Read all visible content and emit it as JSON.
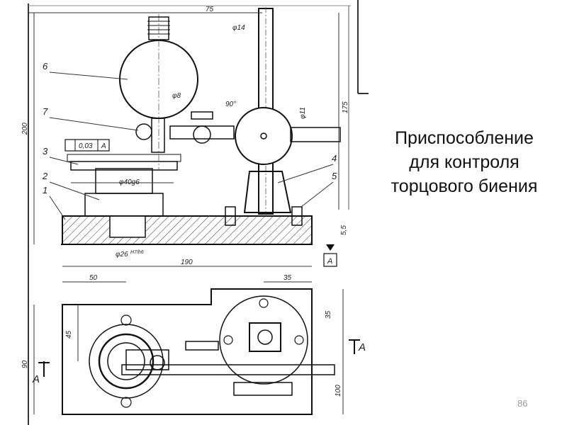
{
  "slide": {
    "title_lines": [
      "Приспособление",
      "для контроля",
      "торцового биения"
    ],
    "page_number": "86"
  },
  "drawing": {
    "dimensions": {
      "d75": "75",
      "d14": "φ14",
      "d8": "φ8",
      "angle": "90°",
      "d11": "φ11",
      "d175": "175",
      "d200": "200",
      "d40": "φ40g6",
      "d26": "φ26",
      "d26_fit": "H7/h6",
      "d55": "5,5",
      "d190": "190",
      "d50": "50",
      "d35a": "35",
      "d35b": "35",
      "d45": "45",
      "d90": "90",
      "d100": "100"
    },
    "tolerance": {
      "value": "0,03",
      "datum": "A"
    },
    "datum_label": "A",
    "section_label": "A",
    "part_numbers": [
      "1",
      "2",
      "3",
      "4",
      "5",
      "6",
      "7"
    ]
  }
}
